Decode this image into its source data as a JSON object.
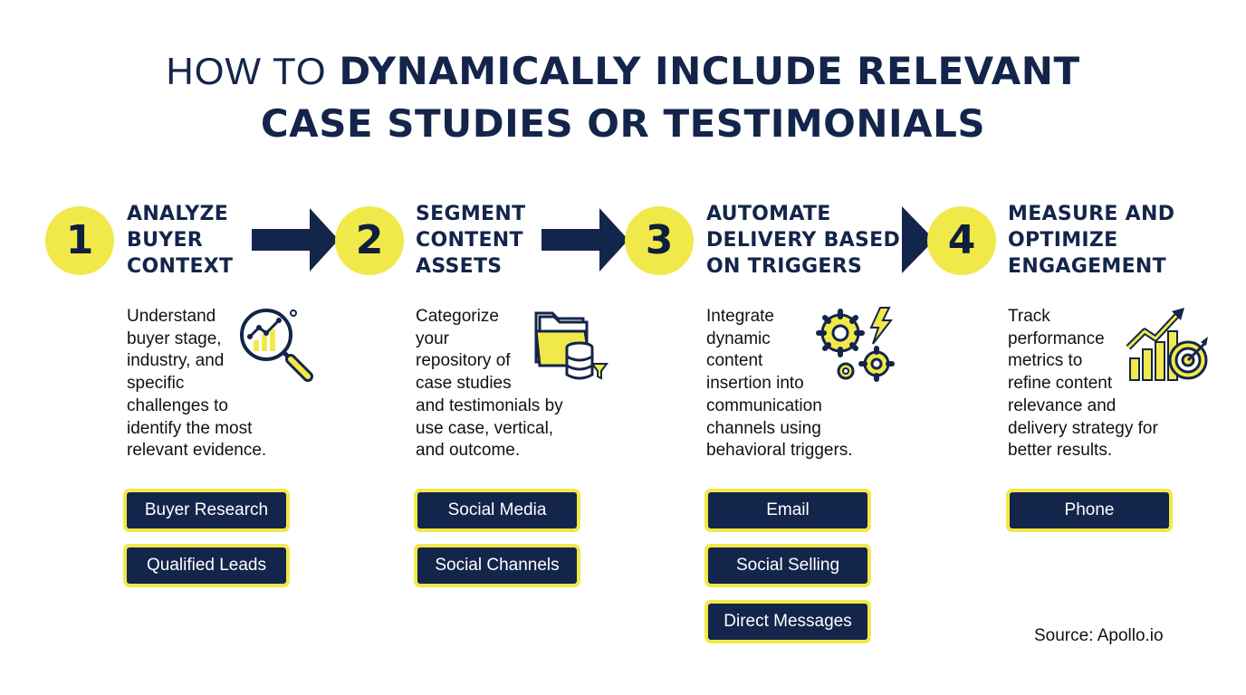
{
  "title": {
    "light": "HOW TO",
    "bold_line1": "DYNAMICALLY INCLUDE RELEVANT",
    "bold_line2": "CASE STUDIES OR TESTIMONIALS"
  },
  "steps": [
    {
      "number": "1",
      "title_lines": [
        "ANALYZE",
        "BUYER",
        "CONTEXT"
      ],
      "description_lines": [
        "Understand",
        "buyer stage,",
        "industry, and",
        "specific",
        "challenges to",
        "identify the most",
        "relevant evidence."
      ],
      "icon": "magnifier-chart-icon",
      "tags": [
        "Buyer Research",
        "Qualified Leads"
      ]
    },
    {
      "number": "2",
      "title_lines": [
        "SEGMENT",
        "CONTENT",
        "ASSETS"
      ],
      "description_lines": [
        "Categorize",
        "your",
        "repository of",
        "case studies",
        "and testimonials by",
        "use case, vertical,",
        "and outcome."
      ],
      "icon": "folder-database-icon",
      "tags": [
        "Social Media",
        "Social Channels"
      ]
    },
    {
      "number": "3",
      "title_lines": [
        "AUTOMATE",
        "DELIVERY BASED",
        "ON TRIGGERS"
      ],
      "description_lines": [
        "Integrate",
        "dynamic",
        "content",
        "insertion into",
        "communication",
        "channels using",
        "behavioral triggers."
      ],
      "icon": "gears-lightning-icon",
      "tags": [
        "Email",
        "Social Selling",
        "Direct Messages"
      ]
    },
    {
      "number": "4",
      "title_lines": [
        "MEASURE AND",
        "OPTIMIZE",
        "ENGAGEMENT"
      ],
      "description_lines": [
        "Track",
        "performance",
        "metrics to",
        "refine content",
        "relevance and",
        "delivery strategy for",
        "better results."
      ],
      "icon": "growth-chart-target-icon",
      "tags": [
        "Phone"
      ]
    }
  ],
  "source": "Source: Apollo.io",
  "colors": {
    "navy": "#13254a",
    "yellow": "#f1e84a"
  }
}
